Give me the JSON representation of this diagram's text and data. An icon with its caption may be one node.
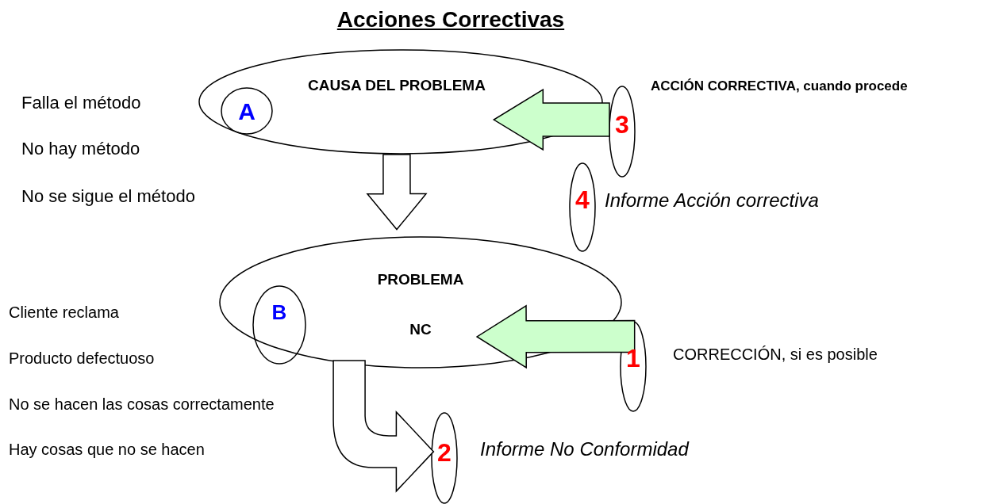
{
  "diagram": {
    "title": "Acciones Correctivas",
    "nodes": [
      {
        "text": [
          "CAUSA DEL PROBLEMA"
        ]
      },
      {
        "text": [
          "A"
        ],
        "in": 0
      },
      {
        "text": [
          "3"
        ],
        "beside": [
          "ACCIÓN CORRECTIVA, cuando procede"
        ]
      },
      {
        "text": [
          "4"
        ],
        "beside": [
          "Informe Acción correctiva"
        ]
      },
      {
        "text": [
          "PROBLEMA",
          "NC"
        ]
      },
      {
        "text": [
          "B"
        ],
        "in": 4
      },
      {
        "text": [
          "1"
        ],
        "beside": [
          "CORRECCIÓN, si es posible"
        ]
      },
      {
        "text": [
          "2"
        ],
        "beside": [
          "Informe No Conformidad"
        ]
      }
    ],
    "edges": [
      {
        "from": 2,
        "to": 0,
        "arrow": "to",
        "style": "thick",
        "color": "#ccffcc"
      },
      {
        "from": 0,
        "to": 4,
        "arrow": "to",
        "style": "thick"
      },
      {
        "from": 6,
        "to": 4,
        "arrow": "to",
        "style": "thick",
        "color": "#ccffcc"
      },
      {
        "from": 4,
        "to": 7,
        "arrow": "to",
        "style": "thick"
      }
    ],
    "labels": [
      "Falla el método",
      "No hay método",
      "No se sigue el método",
      "Cliente reclama",
      "Producto defectuoso",
      "No se hacen las cosas correctamente",
      "Hay cosas que no se hacen"
    ]
  }
}
